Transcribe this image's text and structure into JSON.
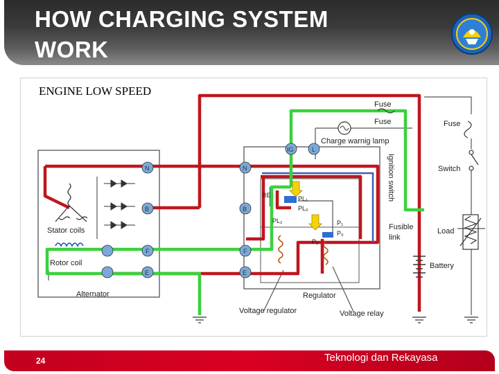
{
  "slide": {
    "title_line1": "HOW CHARGING SYSTEM",
    "title_line2": "WORK",
    "page_number": "24",
    "footer_text": "Teknologi dan Rekayasa",
    "colors": {
      "header": "#3a3a3a",
      "footer": "#d90022",
      "red_wire": "#c0161e",
      "green_wire": "#3bd13b",
      "blue_wire": "#3d5fb5"
    }
  },
  "diagram": {
    "caption": "ENGINE LOW SPEED",
    "labels": {
      "fuse_top": "Fuse",
      "fuse_mid": "Fuse",
      "charge_lamp": "Charge warnig lamp",
      "ignition_switch": "Ignition switch",
      "fuse_right": "Fuse",
      "switch": "Switch",
      "load": "Load",
      "fusible_link_1": "Fusible",
      "fusible_link_2": "link",
      "battery": "Battery",
      "stator_coils": "Stator coils",
      "rotor_coil": "Rotor coil",
      "alternator": "Alternator",
      "regulator": "Regulator",
      "voltage_regulator": "Voltage regulator",
      "voltage_relay": "Voltage relay"
    },
    "terminals": {
      "n": "N",
      "b": "B",
      "f": "F",
      "e": "E",
      "ig": "IG",
      "l": "L",
      "re": "RE",
      "pl1": "PL₁",
      "pl0": "PL₀",
      "pl2": "PL₂",
      "p1": "P₁",
      "p0": "P₀",
      "p2": "P₂"
    }
  }
}
